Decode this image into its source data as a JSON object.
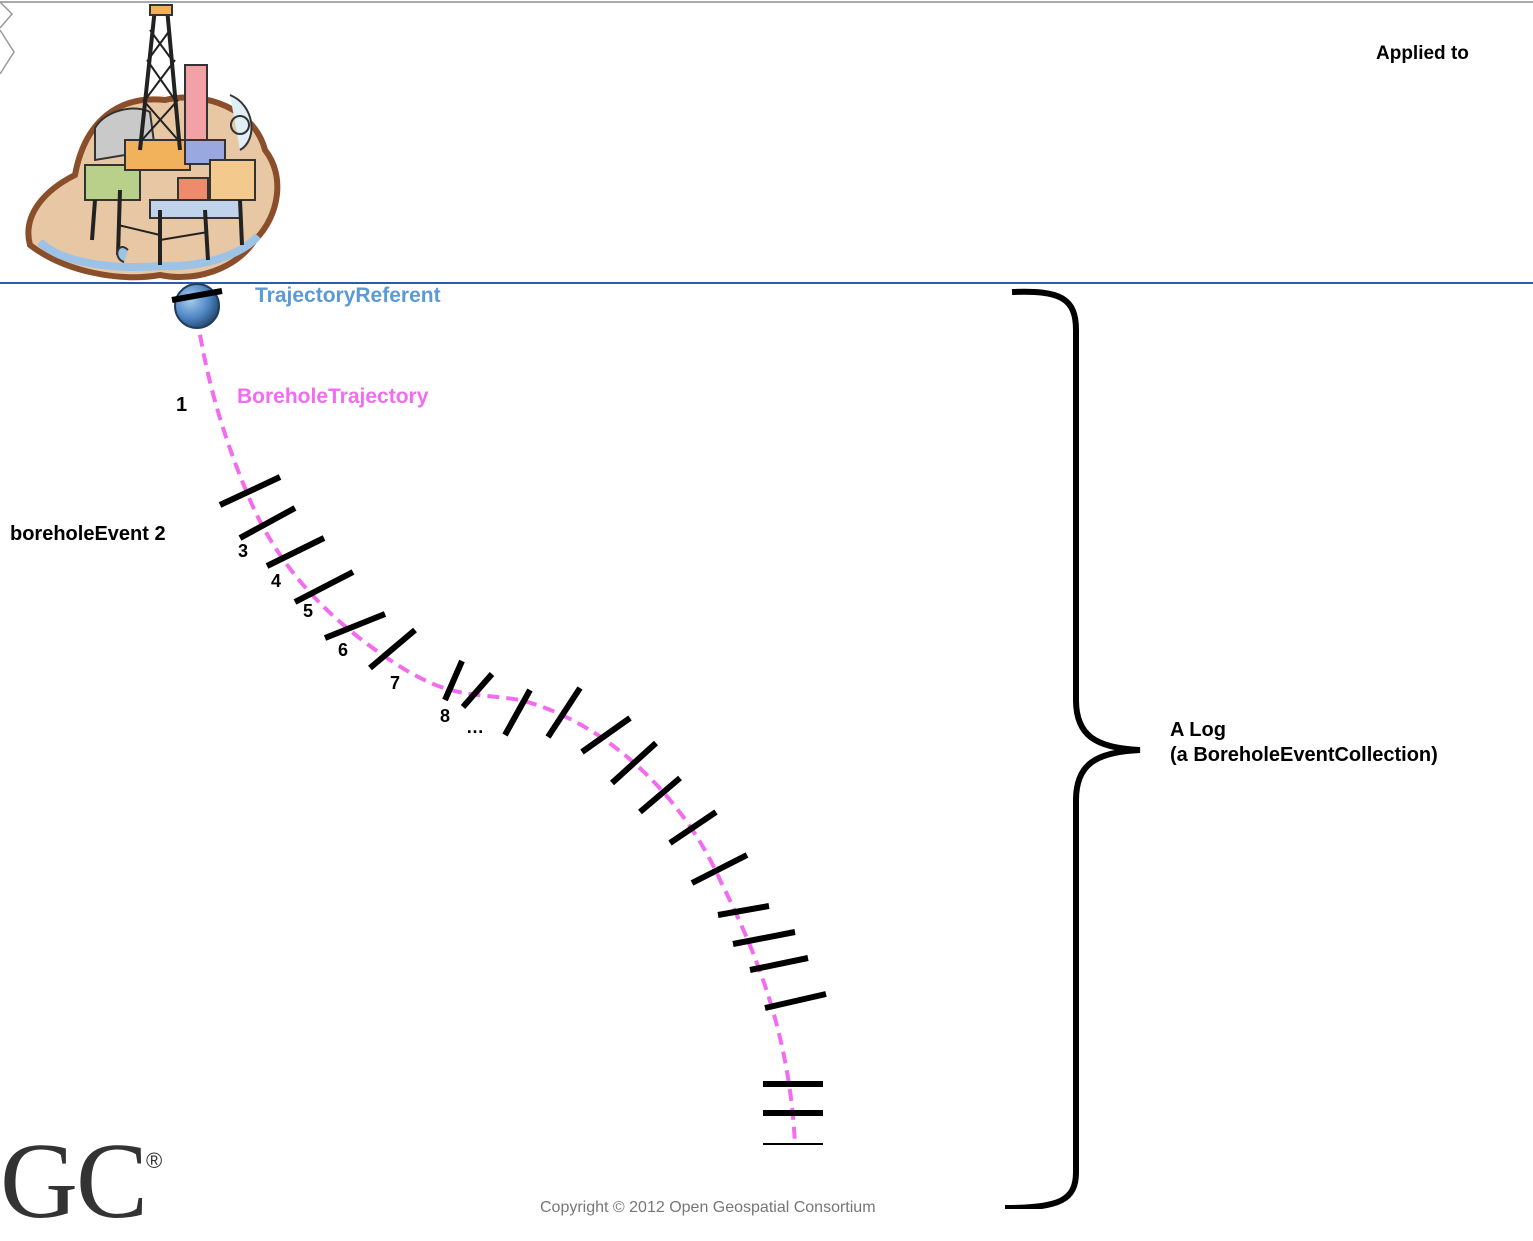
{
  "header": {
    "applied_to": "Applied to"
  },
  "labels": {
    "referent": "TrajectoryReferent",
    "trajectory": "BoreholeTrajectory",
    "event": "boreholeEvent 2",
    "log_title": "A Log",
    "log_subtitle": "(a BoreholeEventCollection)",
    "numbers": [
      "1",
      "3",
      "4",
      "5",
      "6",
      "7",
      "8",
      "…"
    ]
  },
  "logo": {
    "text": "GC",
    "mark": "®"
  },
  "footer": {
    "copyright": "Copyright © 2012 Open Geospatial Consortium"
  },
  "colors": {
    "trajectory": "#f36cf0",
    "referent": "#5b9bd5",
    "ticks": "#000000",
    "rule": "#2e5aa8"
  },
  "icons": {
    "platform": "oil-platform-illustration",
    "referent_point": "sphere-icon"
  }
}
